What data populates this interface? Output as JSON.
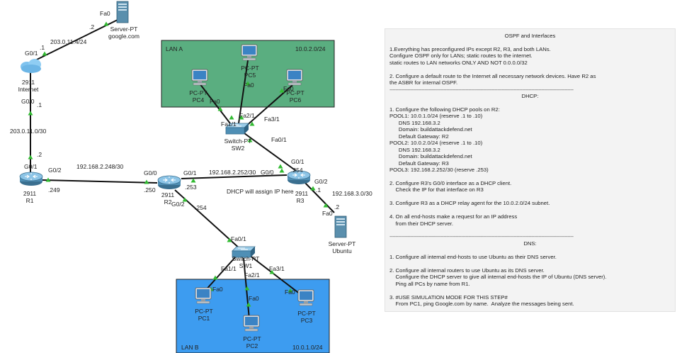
{
  "colors": {
    "lan_a": "#5aae80",
    "lan_b": "#3d9cf0",
    "link": "#111111",
    "port_dot": "#33bb33"
  },
  "lan_a": {
    "title": "LAN A",
    "subnet": "10.0.2.0/24"
  },
  "lan_b": {
    "title": "LAN B",
    "subnet": "10.0.1.0/24"
  },
  "devices": {
    "server_google": {
      "icon": "server-icon",
      "line1": "Server-PT",
      "line2": "google.com"
    },
    "internet_router": {
      "icon": "cloud-router-icon",
      "line1": "2911",
      "line2": "Internet"
    },
    "r1": {
      "icon": "router-icon",
      "line1": "2911",
      "line2": "R1"
    },
    "r2": {
      "icon": "router-icon",
      "line1": "2911",
      "line2": "R2"
    },
    "r3": {
      "icon": "router-icon",
      "line1": "2911",
      "line2": "R3"
    },
    "sw1": {
      "icon": "switch-icon",
      "line1": "Switch-PT",
      "line2": "SW1"
    },
    "sw2": {
      "icon": "switch-icon",
      "line1": "Switch-PT",
      "line2": "SW2"
    },
    "server_ubuntu": {
      "icon": "server-icon",
      "line1": "Server-PT",
      "line2": "Ubuntu"
    },
    "pc1": {
      "icon": "pc-icon",
      "line1": "PC-PT",
      "line2": "PC1"
    },
    "pc2": {
      "icon": "pc-icon",
      "line1": "PC-PT",
      "line2": "PC2"
    },
    "pc3": {
      "icon": "pc-icon",
      "line1": "PC-PT",
      "line2": "PC3"
    },
    "pc4": {
      "icon": "pc-icon",
      "line1": "PC-PT",
      "line2": "PC4"
    },
    "pc5": {
      "icon": "pc-icon",
      "line1": "PC-PT",
      "line2": "PC5"
    },
    "pc6": {
      "icon": "pc-icon",
      "line1": "PC-PT",
      "line2": "PC6"
    }
  },
  "labels": {
    "google_fa0": "Fa0",
    "google_ip": ".2",
    "net_internet_google": "203.0.11.4/24",
    "inet_g01": "G0/1",
    "inet_g01_ip": ".1",
    "inet_g00": "G0/0",
    "inet_g00_ip": ".1",
    "net_r1_internet": "203.0.11.0/30",
    "r1_g01": "G0/1",
    "r1_g01_ip": ".2",
    "r1_g02": "G0/2",
    "r1_g02_ip": ".249",
    "net_r1_r2": "192.168.2.248/30",
    "r2_g00": "G0/0",
    "r2_g00_ip": ".250",
    "r2_g01": "G0/1",
    "r2_g01_ip": ".253",
    "r2_g02": "G0/2",
    "r2_g02_ip": ".254",
    "net_r2_r3": "192.168.2.252/30",
    "r3_g00": "G0/0",
    "r3_dhcp_note": "DHCP will assign IP here",
    "r3_g01": "G0/1",
    "r3_g01_ip": ".254",
    "r3_g02": "G0/2",
    "r3_g02_ip": ".1",
    "net_r3_ubuntu": "192.168.3.0/30",
    "ubuntu_fa0": "Fa0",
    "ubuntu_ip": ".2",
    "sw1_fa01": "Fa0/1",
    "sw1_fa11": "Fa1/1",
    "sw1_fa21": "Fa2/1",
    "sw1_fa31": "Fa3/1",
    "pc1_fa0": "Fa0",
    "pc2_fa0": "Fa0",
    "pc3_fa0": "Fa0",
    "sw2_fa11": "Fa1/1",
    "sw2_fa21": "Fa2/1",
    "sw2_fa31": "Fa3/1",
    "sw2_fa01": "Fa0/1",
    "pc4_fa0": "Fa0",
    "pc5_fa0": "Fa0",
    "pc6_fa0": "Fa0"
  },
  "panel_lines": [
    {
      "text": "OSPF and Interfaces",
      "center": true
    },
    {
      "text": ""
    },
    {
      "text": "1.Everything has preconfigured IPs except R2, R3, and both LANs."
    },
    {
      "text": "Configure OSPF only for LANs; static routes to the internet."
    },
    {
      "text": "static routes to LAN networks ONLY AND NOT 0.0.0.0/32"
    },
    {
      "text": ""
    },
    {
      "text": "2. Configure a default route to the Internet all necessary network devices. Have R2 as"
    },
    {
      "text": "the ASBR for internal OSPF."
    },
    {
      "text": "------------------------------------------------------------------------------------------------------------------------------",
      "rule": true
    },
    {
      "text": "DHCP:",
      "center": true
    },
    {
      "text": ""
    },
    {
      "text": "1. Configure the following DHCP pools on R2:"
    },
    {
      "text": "POOL1: 10.0.1.0/24 (reserve .1 to .10)"
    },
    {
      "text": "      DNS 192.168.3.2"
    },
    {
      "text": "      Domain: buildattackdefend.net"
    },
    {
      "text": "      Default Gateway: R2"
    },
    {
      "text": "POOL2: 10.0.2.0/24 (reserve .1 to .10)"
    },
    {
      "text": "      DNS 192.168.3.2"
    },
    {
      "text": "      Domain: buildattackdefend.net"
    },
    {
      "text": "      Default Gateway: R3"
    },
    {
      "text": "POOL3: 192.168.2.252/30 (reserve .253)"
    },
    {
      "text": ""
    },
    {
      "text": "2. Configure R3's G0/0 interface as a DHCP client."
    },
    {
      "text": "    Check the IP for that interface on R3"
    },
    {
      "text": ""
    },
    {
      "text": "3. Configure R3 as a DHCP relay agent for the 10.0.2.0/24 subnet."
    },
    {
      "text": ""
    },
    {
      "text": "4. On all end-hosts make a request for an IP address"
    },
    {
      "text": "    from their DHCP server."
    },
    {
      "text": ""
    },
    {
      "text": "------------------------------------------------------------------------------------------------------------------------------",
      "rule": true
    },
    {
      "text": "DNS:",
      "center": true
    },
    {
      "text": ""
    },
    {
      "text": "1. Configure all internal end-hosts to use Ubuntu as their DNS server."
    },
    {
      "text": ""
    },
    {
      "text": "2. Configure all internal routers to use Ubuntu as its DNS server."
    },
    {
      "text": "    Configure the DHCP server to give all internal end-hosts the IP of Ubuntu (DNS server)."
    },
    {
      "text": "    Ping all PCs by name from R1."
    },
    {
      "text": ""
    },
    {
      "text": "3. #USE SIMULATION MODE FOR THIS STEP#"
    },
    {
      "text": "    From PC1, ping Google.com by name.  Analyze the messages being sent."
    }
  ]
}
